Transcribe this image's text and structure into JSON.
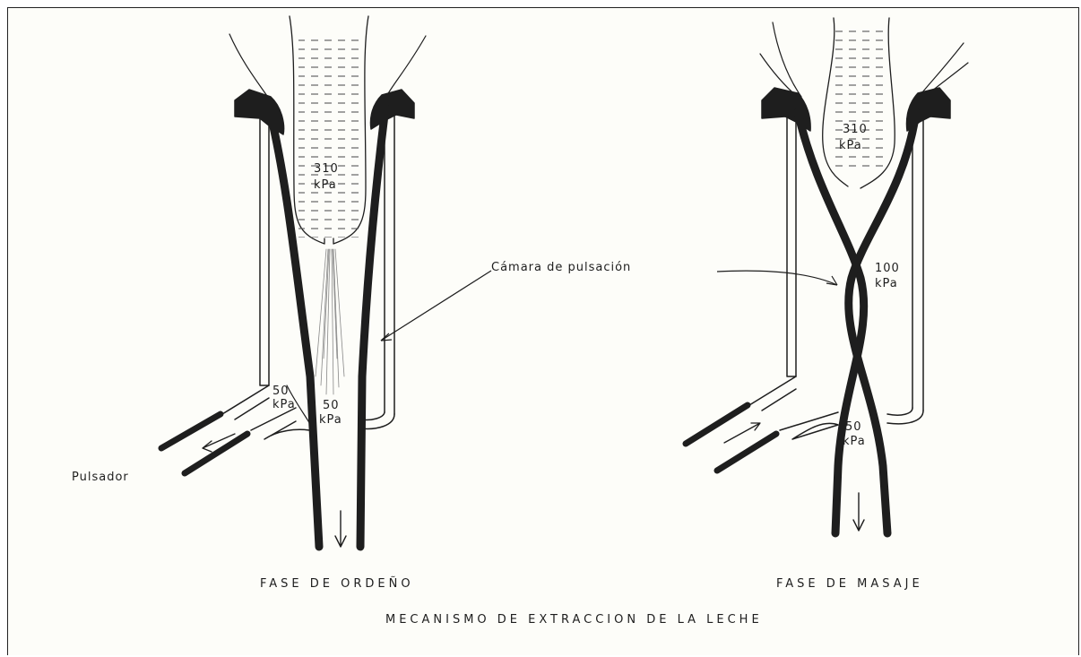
{
  "title": "MECANISMO DE EXTRACCION DE LA LECHE",
  "left_panel": {
    "caption": "FASE DE ORDEÑO",
    "teat_pressure": {
      "value": "310",
      "unit": "kPa"
    },
    "chamber_pressure": {
      "value": "50",
      "unit": "kPa"
    },
    "liner_pressure": {
      "value": "50",
      "unit": "kPa"
    },
    "pulsator_label": "Pulsador"
  },
  "right_panel": {
    "caption": "FASE DE MASAJE",
    "teat_pressure": {
      "value": "310",
      "unit": "kPa"
    },
    "chamber_pressure": {
      "value": "100",
      "unit": "kPa"
    },
    "liner_pressure": {
      "value": "50",
      "unit": "kPa"
    }
  },
  "shared_label": "Cámara de pulsación",
  "colors": {
    "ink": "#1e1e1e",
    "paper": "#fdfdf9"
  }
}
